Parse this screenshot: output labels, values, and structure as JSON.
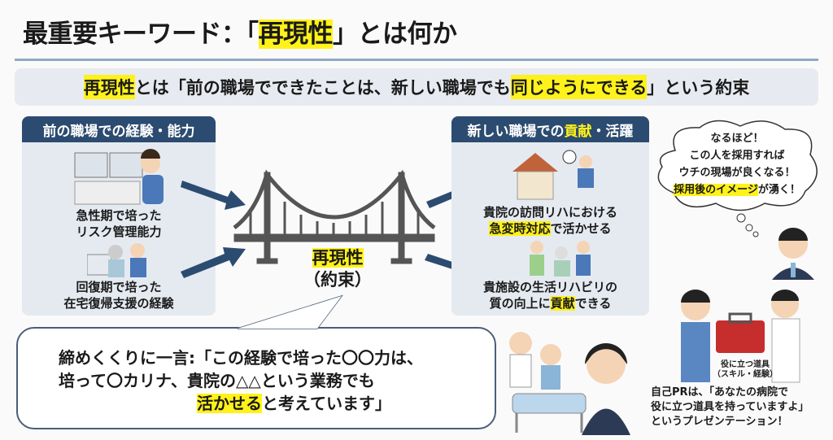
{
  "title": {
    "before": "最重要キーワード：「",
    "highlight": "再現性",
    "after": "」とは何か"
  },
  "banner": {
    "term": "再現性",
    "mid": " とは「前の職場でできたことは、新しい職場でも",
    "highlight": "同じようにできる",
    "after": "」という約束"
  },
  "left_panel": {
    "header": "前の職場での経験・能力",
    "items": [
      {
        "line1": "急性期で培った",
        "line2": "リスク管理能力"
      },
      {
        "line1": "回復期で培った",
        "line2": "在宅復帰支援の経験"
      }
    ]
  },
  "bridge": {
    "label": "再現性",
    "sub": "（約束）"
  },
  "right_panel": {
    "header_before": "新しい職場での",
    "header_highlight": "貢献",
    "header_after": "・活躍",
    "item1": {
      "line1": "貴院の訪問リハにおける",
      "line2_highlight": "急変時対応",
      "line2_after": "で活かせる"
    },
    "item2": {
      "line1": "貴施設の生活リハビリの",
      "line2_before": "質の向上に",
      "line2_highlight": "貢献",
      "line2_after": "できる"
    }
  },
  "cloud": {
    "line1": "なるほど！",
    "line2": "この人を採用すれば",
    "line3": "ウチの現場が良くなる！",
    "line4_highlight": "採用後のイメージ",
    "line4_after": "が湧く！"
  },
  "bubble": {
    "line1": "締めくくりに一言:「この経験で培った〇〇力は、",
    "line2": "培って〇カリナ、貴院の△△という業務でも",
    "line3_highlight": "活かせる",
    "line3_after": "と考えています」"
  },
  "tool": {
    "line1": "役に立つ道具",
    "line2": "（スキル・経験）"
  },
  "pr": {
    "line1": "自己PRは、「あなたの病院で",
    "line2": "役に立つ道具を持っていますよ」",
    "line3": "というプレゼンテーション！"
  },
  "colors": {
    "navy": "#2c4b70",
    "highlight": "#fff21a",
    "panel": "#e5eaf1"
  }
}
